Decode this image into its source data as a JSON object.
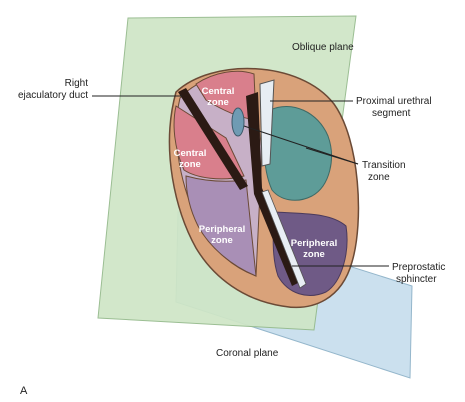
{
  "figure_letter": "A",
  "labels": {
    "oblique_plane": "Oblique plane",
    "coronal_plane": "Coronal plane",
    "right_ejaculatory_duct_line1": "Right",
    "right_ejaculatory_duct_line2": "ejaculatory duct",
    "proximal_urethral_line1": "Proximal urethral",
    "proximal_urethral_line2": "segment",
    "transition_line1": "Transition",
    "transition_line2": "zone",
    "preprostatic_line1": "Preprostatic",
    "preprostatic_line2": "sphincter"
  },
  "zones": {
    "central_upper_line1": "Central",
    "central_upper_line2": "zone",
    "central_left_line1": "Central",
    "central_left_line2": "zone",
    "peripheral_left_line1": "Peripheral",
    "peripheral_left_line2": "zone",
    "peripheral_right_line1": "Peripheral",
    "peripheral_right_line2": "zone"
  },
  "colors": {
    "oblique_plane": "#cfe6c6",
    "coronal_plane": "#c9dfee",
    "central_zone": "#d97f8c",
    "transition_zone": "#5e9c98",
    "peripheral_zone_right": "#6f5a86",
    "peripheral_zone_left": "#a98fb6",
    "capsule": "#d9a27a",
    "ducts": "#2b1a14"
  }
}
